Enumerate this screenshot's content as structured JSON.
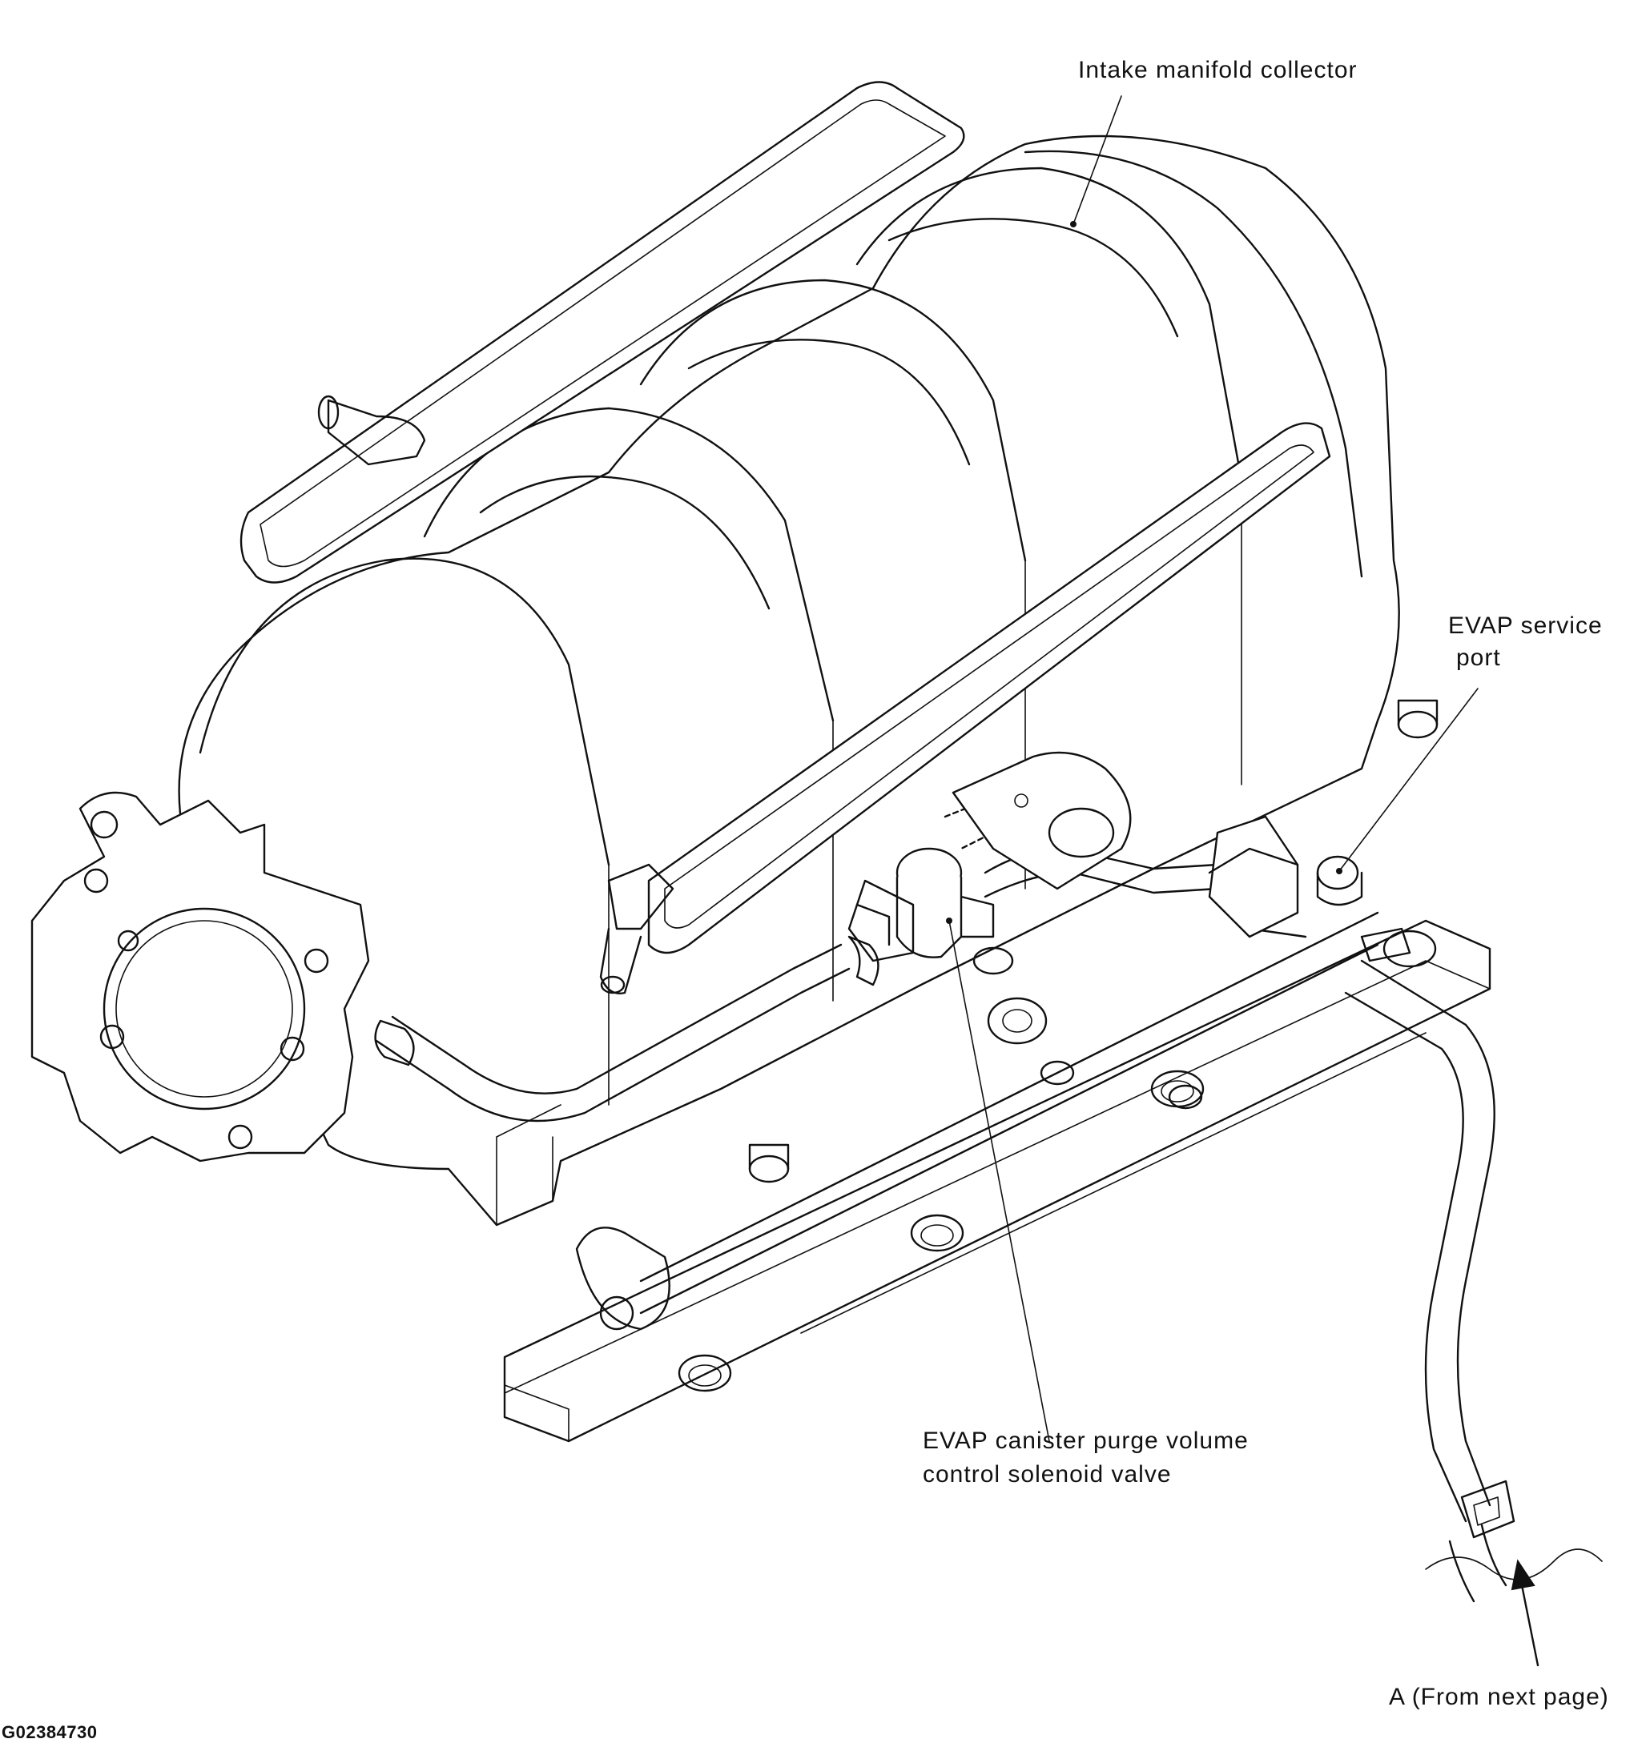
{
  "labels": {
    "intake_manifold_collector": "Intake manifold collector",
    "evap_service_port_line1": "EVAP service",
    "evap_service_port_line2": "port",
    "purge_valve_line1": "EVAP canister purge volume",
    "purge_valve_line2": "control solenoid valve",
    "from_next_page": "A (From next page)"
  },
  "figure_id": "G02384730",
  "colors": {
    "ink": "#111111",
    "paper": "#ffffff"
  }
}
